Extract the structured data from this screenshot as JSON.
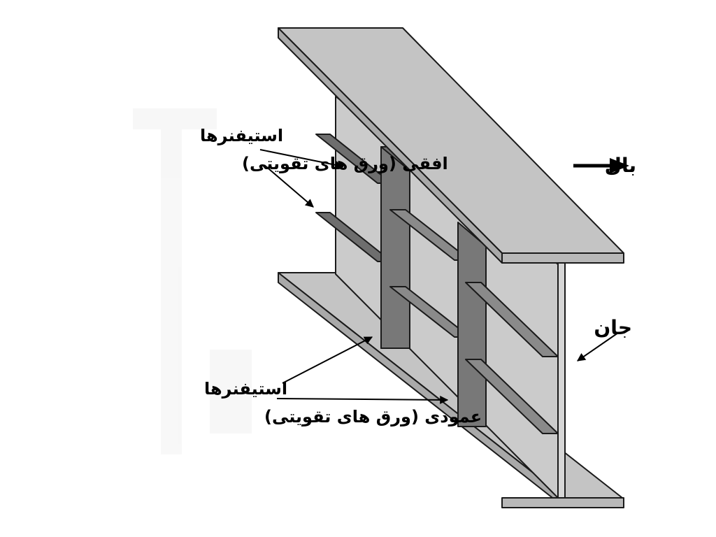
{
  "labels": {
    "horizontal_stiffeners_line1": "استیفنرها",
    "horizontal_stiffeners_line2": "افقی (ورق های تقویتی)",
    "vertical_stiffeners_line1": "استیفنرها",
    "vertical_stiffeners_line2": "عمودی (ورق های تقویتی)",
    "flange": "بال",
    "web": "جان"
  },
  "colors": {
    "flange_top": "#c4c4c4",
    "web_face": "#cbcbcb",
    "flange_edge": "#a9a9a9",
    "stiffener_dark": "#6e6e6e",
    "stiffener_light": "#8a8a8a",
    "outline": "#1a1a1a"
  }
}
